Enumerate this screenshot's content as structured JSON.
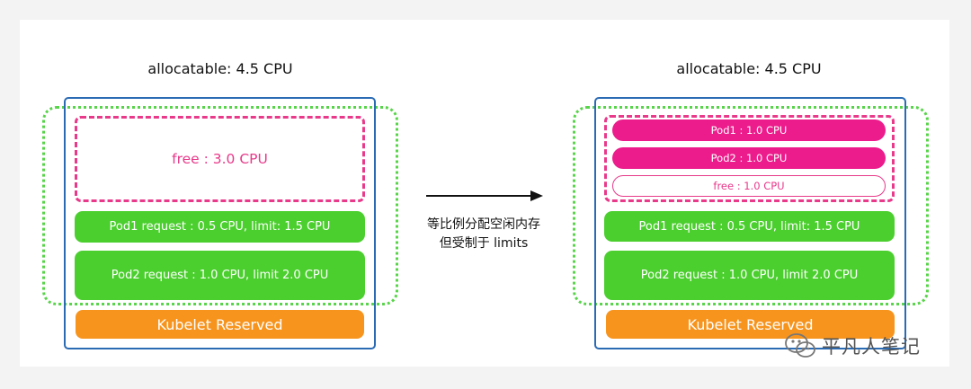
{
  "left": {
    "title": "allocatable: 4.5 CPU",
    "free_label": "free : 3.0 CPU",
    "pod1_label": "Pod1 request : 0.5 CPU, limit: 1.5 CPU",
    "pod2_label": "Pod2 request : 1.0 CPU, limit 2.0 CPU",
    "kubelet_label": "Kubelet Reserved"
  },
  "right": {
    "title": "allocatable: 4.5 CPU",
    "pod1_alloc": "Pod1 : 1.0 CPU",
    "pod2_alloc": "Pod2 : 1.0 CPU",
    "free_label": "free : 1.0 CPU",
    "pod1_label": "Pod1 request : 0.5 CPU, limit: 1.5 CPU",
    "pod2_label": "Pod2 request : 1.0 CPU, limit 2.0 CPU",
    "kubelet_label": "Kubelet Reserved"
  },
  "middle": {
    "line1": "等比例分配空闲内存",
    "line2": "但受制于 limits"
  },
  "watermark": {
    "text": "平凡人笔记",
    "icon": "wechat-icon"
  },
  "colors": {
    "blue": "#2a6bb4",
    "green": "#4bcf2e",
    "orange": "#f7941d",
    "pink": "#ec1c8c"
  }
}
